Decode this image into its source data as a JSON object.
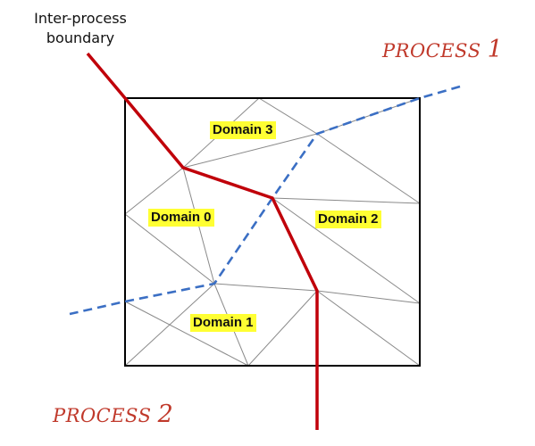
{
  "callout": {
    "line1": "Inter-process",
    "line2": "boundary"
  },
  "processes": {
    "p1_word": "PROCESS",
    "p1_num": "1",
    "p2_word": "PROCESS",
    "p2_num": "2"
  },
  "domains": {
    "d0": "Domain 0",
    "d1": "Domain 1",
    "d2": "Domain 2",
    "d3": "Domain 3"
  },
  "colors": {
    "boundary": "#c0000a",
    "cut": "#3b6fc4",
    "mesh": "#8a8a8a",
    "square": "#000000",
    "label_bg": "#ffff33",
    "process_text": "#c0392b"
  }
}
